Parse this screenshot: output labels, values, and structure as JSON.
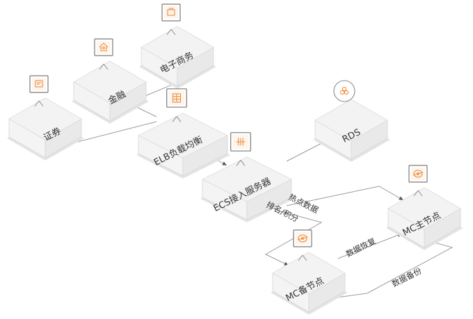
{
  "diagram": {
    "nodes": {
      "ecommerce": {
        "label": "电子商务",
        "icon": "shopping-bag-icon"
      },
      "finance": {
        "label": "金融",
        "icon": "house-icon"
      },
      "securities": {
        "label": "证券",
        "icon": "document-icon"
      },
      "elb": {
        "label": "ELB负载均衡",
        "icon": "grid-panel-icon"
      },
      "ecs": {
        "label": "ECS接入服务器",
        "icon": "server-bars-icon"
      },
      "rds": {
        "label": "RDS",
        "icon": "database-circles-icon"
      },
      "mc_master": {
        "label": "MC主节点",
        "icon": "node-icon"
      },
      "mc_backup": {
        "label": "MC备节点",
        "icon": "node-icon"
      }
    },
    "edges": {
      "hot_data": "热点数据",
      "ranking": "排名/积分",
      "data_restore": "数据恢复",
      "data_backup": "数据备份"
    },
    "colors": {
      "accent": "#f08c3a",
      "box_top": "#f3f3f3",
      "box_side": "#ebebeb",
      "line": "#9a9a9a"
    }
  }
}
